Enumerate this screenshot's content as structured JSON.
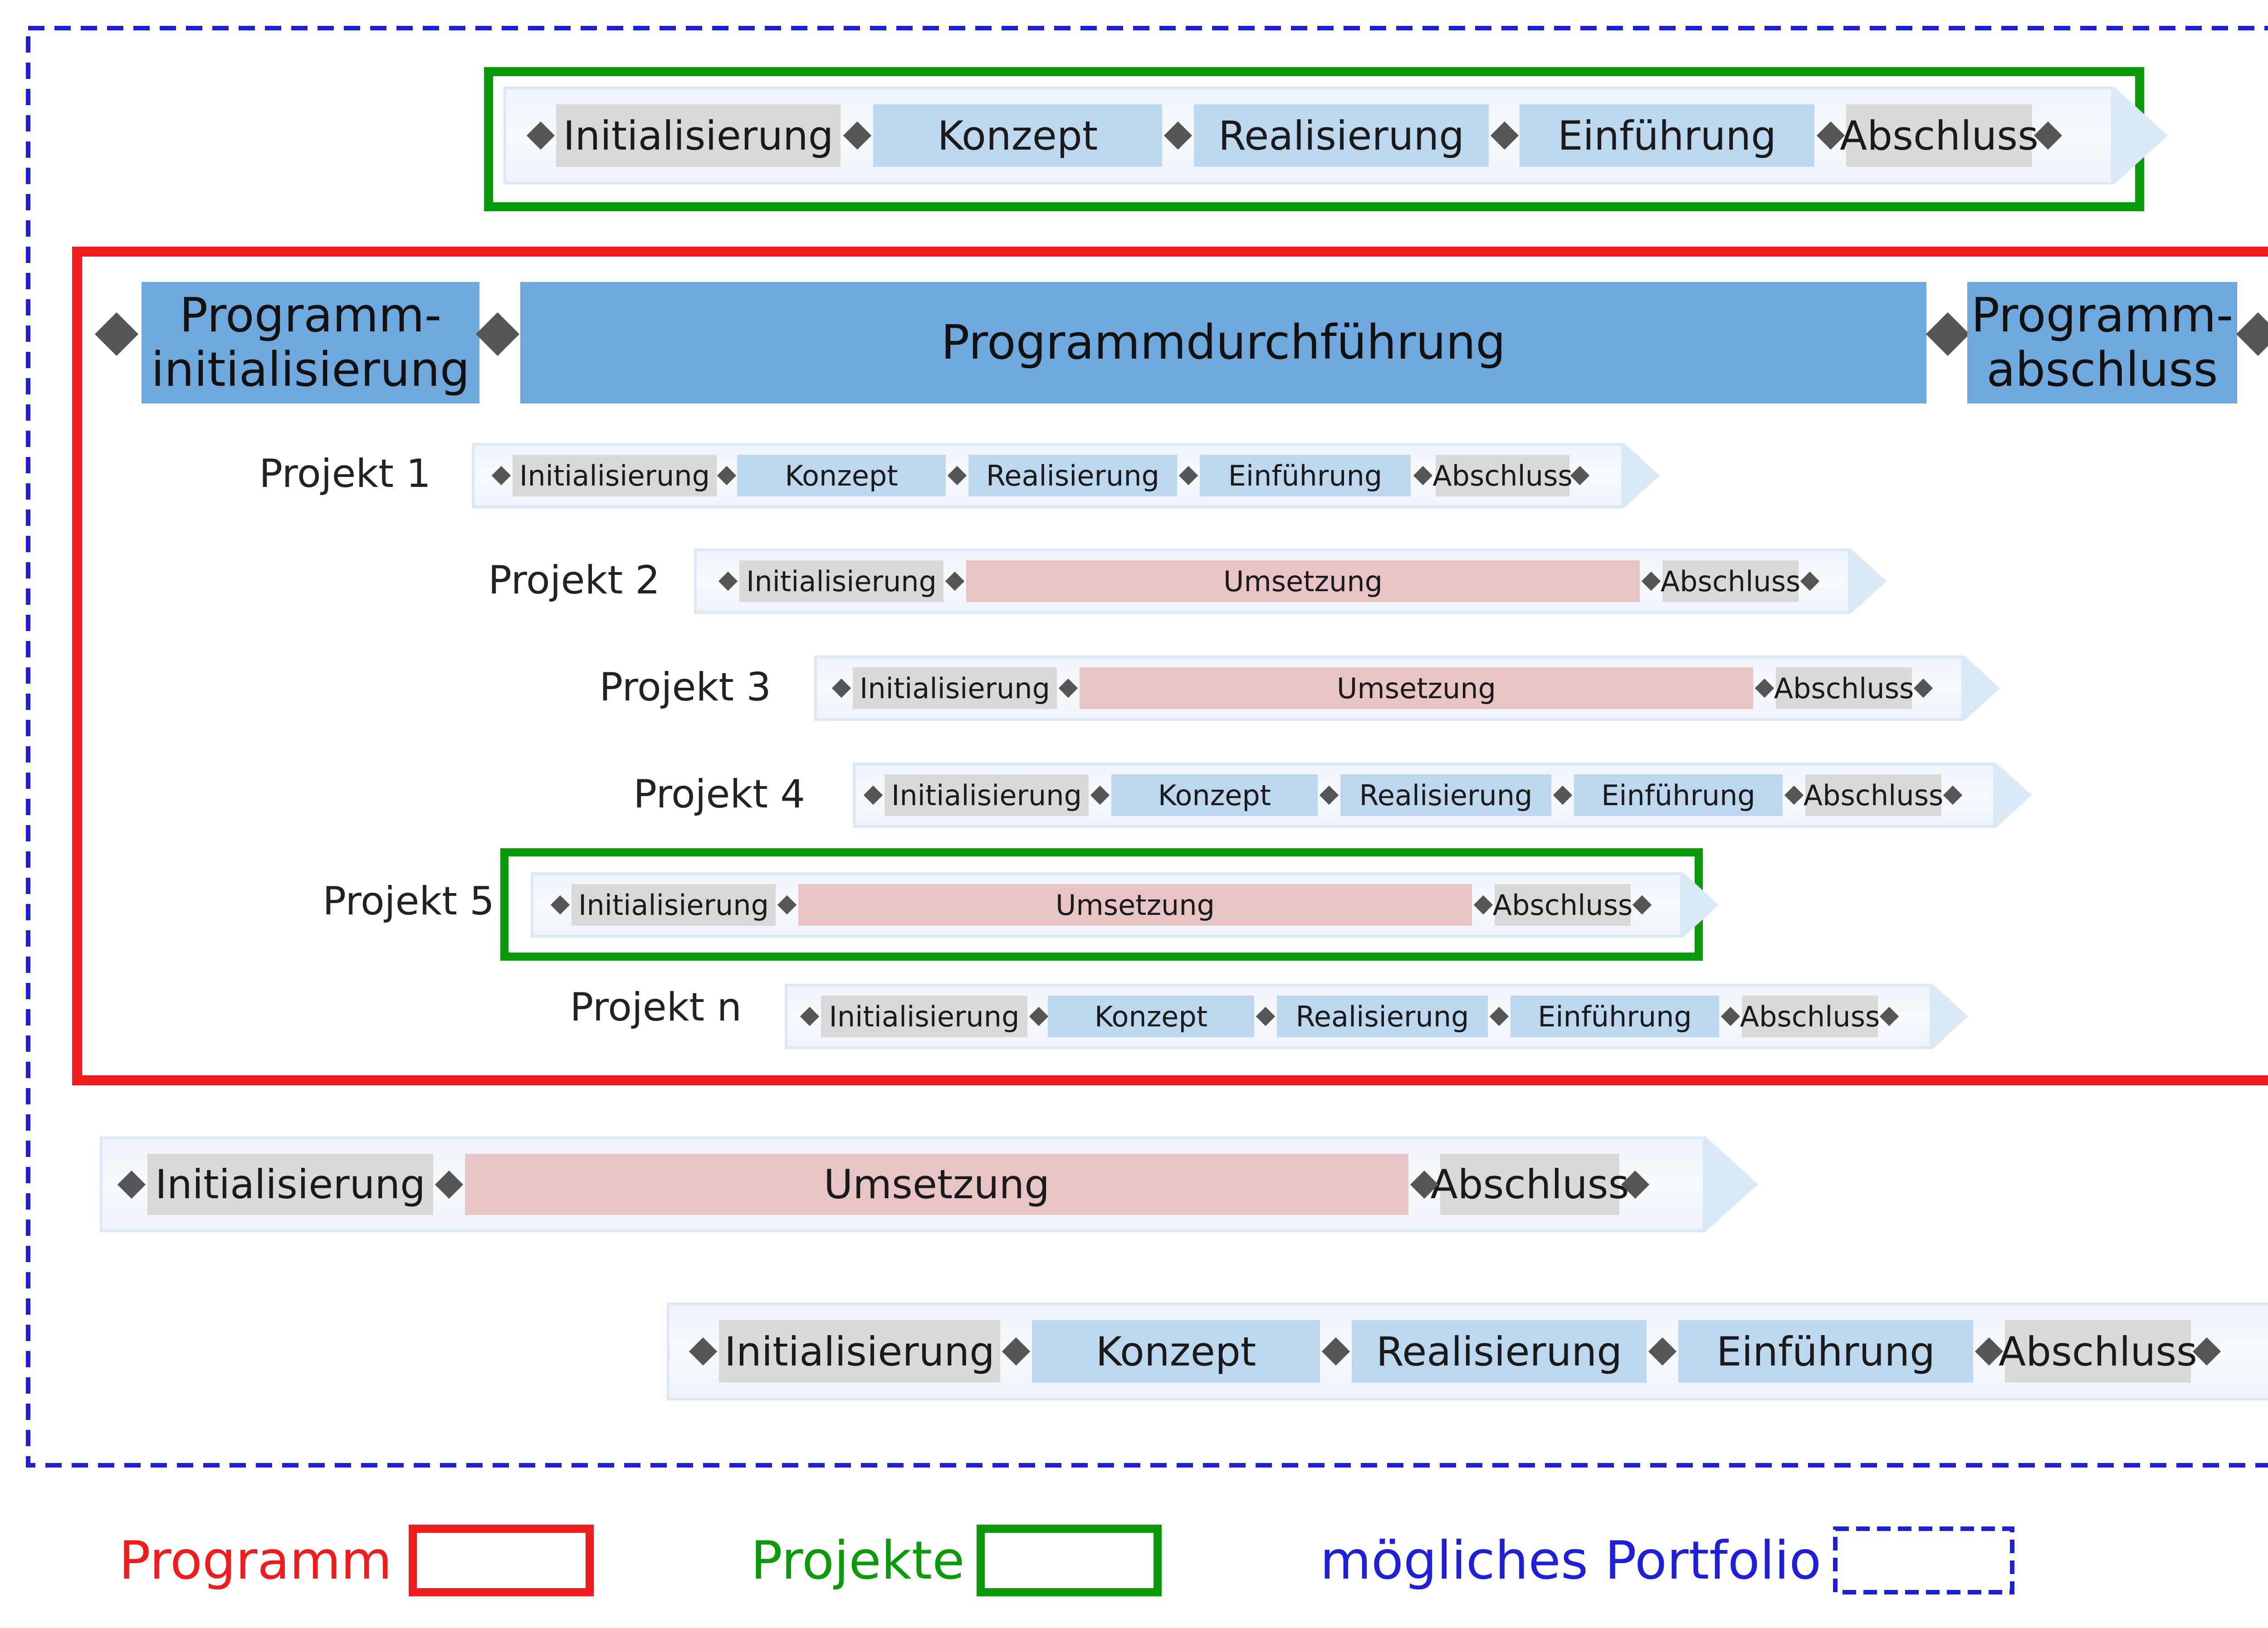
{
  "colors": {
    "program_border": "#ee1c1c",
    "project_border": "#0a9a0a",
    "portfolio_border": "#1f1fd6",
    "phase_gray": "#d9d9d9",
    "phase_blue": "#bdd7ee",
    "phase_pink": "#e8c4c4",
    "program_header": "#6fa8dc",
    "milestone": "#555555"
  },
  "program": {
    "initialization": "Programm-\ninitialisierung",
    "execution": "Programmdurchführung",
    "closure": "Programm-\nabschluss"
  },
  "phases": {
    "init": "Initialisierung",
    "concept": "Konzept",
    "realization": "Realisierung",
    "introduction": "Einführung",
    "closure": "Abschluss",
    "implementation": "Umsetzung"
  },
  "projects": [
    {
      "label": "Projekt 1"
    },
    {
      "label": "Projekt 2"
    },
    {
      "label": "Projekt 3"
    },
    {
      "label": "Projekt 4"
    },
    {
      "label": "Projekt 5"
    },
    {
      "label": "Projekt n"
    }
  ],
  "legend": {
    "program": "Programm",
    "projects": "Projekte",
    "portfolio": "mögliches Portfolio"
  }
}
